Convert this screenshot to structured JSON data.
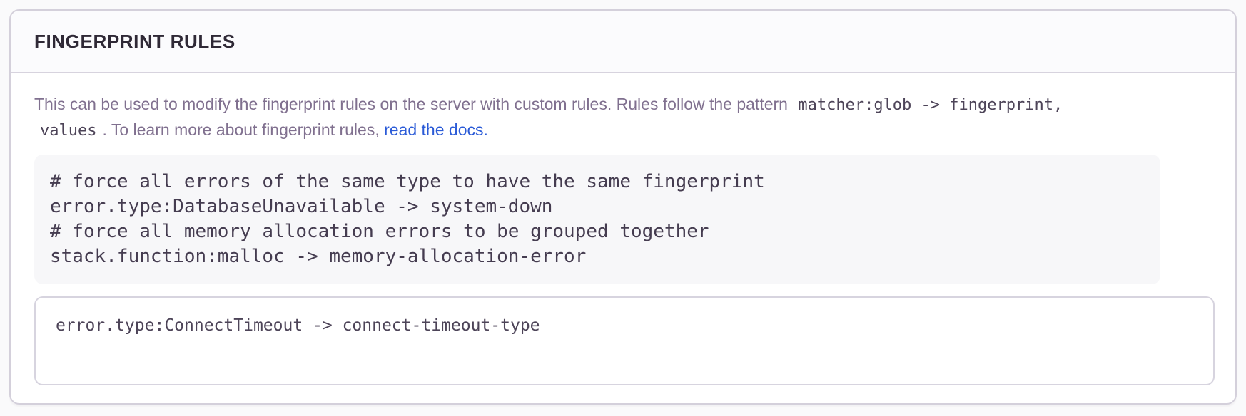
{
  "colors": {
    "page_background": "#fafafb",
    "panel_background": "#ffffff",
    "panel_border": "#d4d0db",
    "header_background": "#fbfbfd",
    "title_text": "#2f2936",
    "description_text": "#80708f",
    "inline_code_text": "#4d4458",
    "link_text": "#2b5bd7",
    "example_background": "#f7f7f9",
    "example_text": "#453c50"
  },
  "panel": {
    "title": "FINGERPRINT RULES",
    "description": {
      "segments": [
        {
          "type": "text",
          "text": "This can be used to modify the fingerprint rules on the server with custom rules. Rules follow the pattern "
        },
        {
          "type": "code",
          "text": "matcher:glob -> fingerprint,"
        },
        {
          "type": "break"
        },
        {
          "type": "code",
          "text": "values"
        },
        {
          "type": "text",
          "text": ". To learn more about fingerprint rules, "
        },
        {
          "type": "link",
          "text": "read the docs."
        }
      ]
    },
    "example": {
      "lines": [
        "# force all errors of the same type to have the same fingerprint",
        "error.type:DatabaseUnavailable -> system-down",
        "# force all memory allocation errors to be grouped together",
        "stack.function:malloc -> memory-allocation-error"
      ]
    },
    "input": {
      "value": "error.type:ConnectTimeout -> connect-timeout-type"
    }
  }
}
